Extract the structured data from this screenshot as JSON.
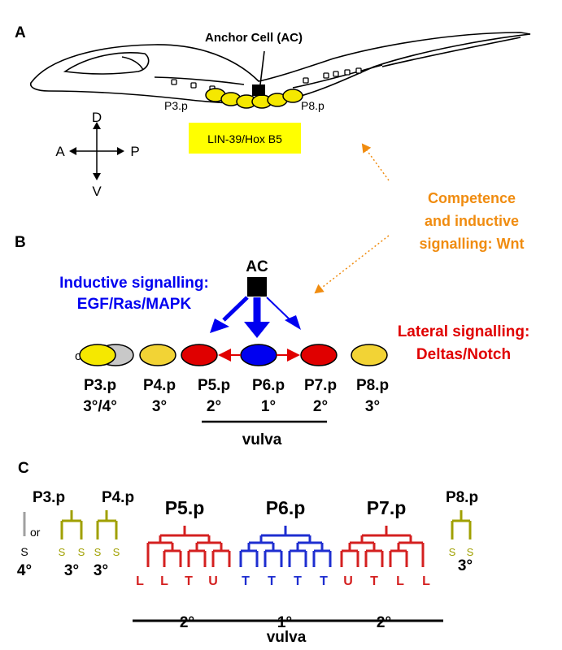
{
  "panel_a": {
    "letter": "A",
    "anchor_cell_label": "Anchor Cell (AC)",
    "cell_left_label": "P3.p",
    "cell_right_label": "P8.p",
    "hox_label": "LIN-39/Hox B5",
    "axis": {
      "dorsal": "D",
      "ventral": "V",
      "anterior": "A",
      "posterior": "P"
    }
  },
  "competence": {
    "line1": "Competence",
    "line2": "and inductive",
    "line3": "signalling: Wnt"
  },
  "panel_b": {
    "letter": "B",
    "ac_label": "AC",
    "inductive_line1": "Inductive signalling:",
    "inductive_line2": "EGF/Ras/MAPK",
    "lateral_line1": "Lateral signalling:",
    "lateral_line2": "Deltas/Notch",
    "or_label": "or",
    "cells": [
      {
        "name": "P3.p",
        "fate": "3°/4°"
      },
      {
        "name": "P4.p",
        "fate": "3°"
      },
      {
        "name": "P5.p",
        "fate": "2°"
      },
      {
        "name": "P6.p",
        "fate": "1°"
      },
      {
        "name": "P7.p",
        "fate": "2°"
      },
      {
        "name": "P8.p",
        "fate": "3°"
      }
    ],
    "vulva_label": "vulva"
  },
  "panel_c": {
    "letter": "C",
    "or_label": "or",
    "s_single": "S",
    "fate_4": "4°",
    "p3": {
      "name": "P3.p",
      "leaves": [
        "S",
        "S"
      ],
      "fate": "3°"
    },
    "p4": {
      "name": "P4.p",
      "leaves": [
        "S",
        "S"
      ],
      "fate": "3°"
    },
    "p5": {
      "name": "P5.p",
      "leaves": [
        "L",
        "L",
        "T",
        "U"
      ],
      "fate": "2°"
    },
    "p6": {
      "name": "P6.p",
      "leaves": [
        "T",
        "T",
        "T",
        "T"
      ],
      "fate": "1°"
    },
    "p7": {
      "name": "P7.p",
      "leaves": [
        "U",
        "T",
        "L",
        "L"
      ],
      "fate": "2°"
    },
    "p8": {
      "name": "P8.p",
      "leaves": [
        "S",
        "S"
      ],
      "fate": "3°"
    },
    "vulva_label": "vulva"
  },
  "colors": {
    "yellow": "#f5e800",
    "gold": "#f2d335",
    "grey": "#c8c8c8",
    "red": "#e00000",
    "blue": "#0000f0",
    "lineage_red": "#d42020",
    "lineage_blue": "#1e2ed0",
    "olive": "#a0a000",
    "orange": "#f08c10",
    "hox_box": "#ffff00"
  }
}
